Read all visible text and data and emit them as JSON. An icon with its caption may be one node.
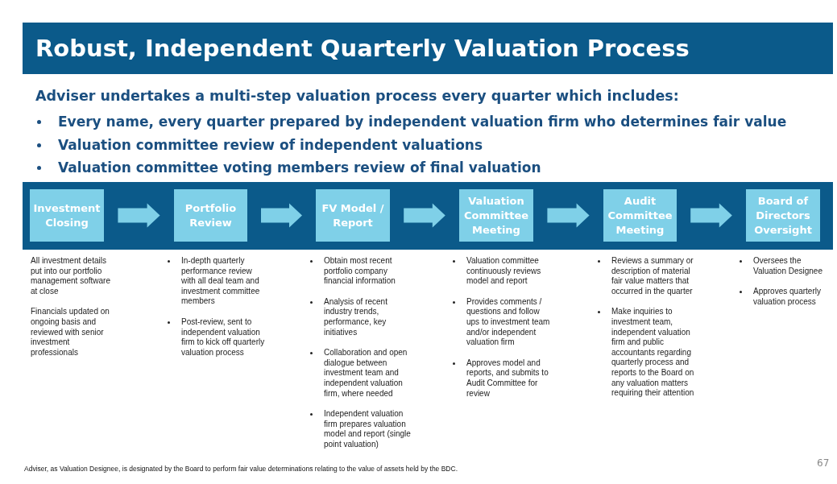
{
  "diagram": {
    "title": "Robust, Independent Quarterly Valuation Process",
    "nodes": [
      {
        "text": [],
        "shape": "bar"
      },
      {
        "text": [
          "Investment Closing"
        ],
        "in": 0,
        "beside": [
          "All investment details put into our portfolio management software at close",
          "Financials updated on ongoing basis and reviewed with senior investment professionals"
        ]
      },
      {
        "text": [
          "Portfolio Review"
        ],
        "in": 0,
        "beside": [
          "In-depth quarterly performance review with all deal team and investment committee members",
          "Post-review, sent to independent valuation firm to kick off quarterly valuation process"
        ]
      },
      {
        "text": [
          "FV Model / Report"
        ],
        "in": 0,
        "beside": [
          "Obtain most recent portfolio company financial information",
          "Analysis of recent industry trends, performance, key initiatives",
          "Collaboration and open dialogue between investment team and independent valuation firm, where needed",
          "Independent valuation firm prepares valuation model and report (single point valuation)"
        ]
      },
      {
        "text": [
          "Valuation Committee Meeting"
        ],
        "in": 0,
        "beside": [
          "Valuation committee continuously reviews model and report",
          "Provides comments / questions and follow ups to investment team and/or independent valuation firm",
          "Approves model and reports, and submits to Audit Committee for review"
        ]
      },
      {
        "text": [
          "Audit Committee Meeting"
        ],
        "in": 0,
        "beside": [
          "Reviews a summary or description of material fair value matters that occurred in the quarter",
          "Make inquiries to investment team, independent valuation firm and public accountants regarding quarterly process and reports to the Board on any valuation matters requiring their attention"
        ]
      },
      {
        "text": [
          "Board of Directors Oversight"
        ],
        "in": 0,
        "beside": [
          "Oversees the Valuation Designee",
          "Approves quarterly valuation process"
        ]
      }
    ],
    "edges": [
      {
        "from": 1,
        "to": 2,
        "arrow": "to"
      },
      {
        "from": 2,
        "to": 3,
        "arrow": "to"
      },
      {
        "from": 3,
        "to": 4,
        "arrow": "to"
      },
      {
        "from": 4,
        "to": 5,
        "arrow": "to"
      },
      {
        "from": 5,
        "to": 6,
        "arrow": "to"
      }
    ],
    "labels": [
      "Adviser undertakes a multi-step valuation process every quarter which includes:",
      "Every name, every quarter prepared by independent valuation firm who determines fair value",
      "Valuation committee review of independent valuations",
      "Valuation committee voting members review of final valuation",
      "Adviser, as Valuation Designee, is designated by the Board to perform fair value determinations relating to the value of assets held by the BDC.",
      "67"
    ]
  }
}
